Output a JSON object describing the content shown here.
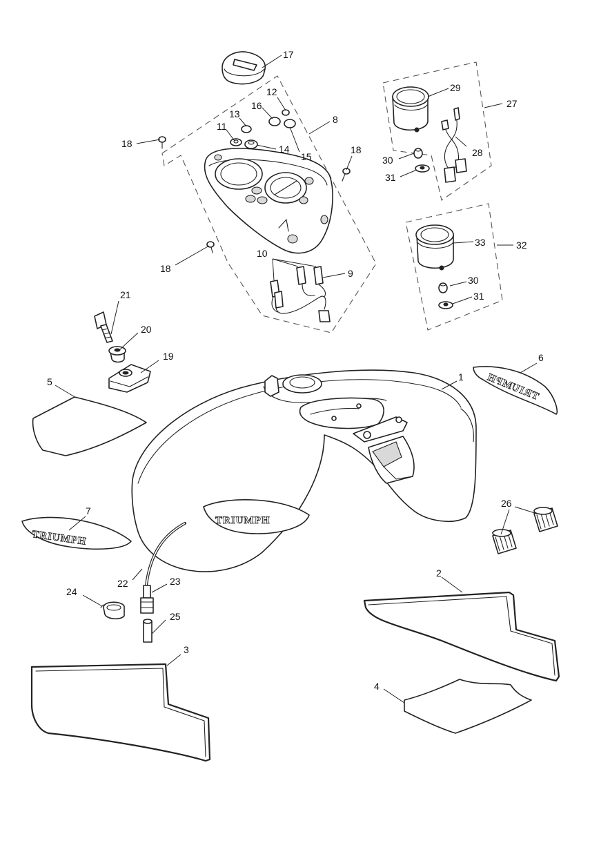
{
  "callouts": {
    "c1": "1",
    "c2": "2",
    "c3": "3",
    "c4": "4",
    "c5": "5",
    "c6": "6",
    "c7": "7",
    "c8": "8",
    "c9": "9",
    "c10": "10",
    "c11": "11",
    "c12": "12",
    "c13": "13",
    "c14": "14",
    "c15": "15",
    "c16": "16",
    "c17": "17",
    "c18a": "18",
    "c18b": "18",
    "c18c": "18",
    "c19": "19",
    "c20": "20",
    "c21": "21",
    "c22": "22",
    "c23": "23",
    "c24": "24",
    "c25": "25",
    "c26": "26",
    "c27": "27",
    "c28": "28",
    "c29": "29",
    "c30a": "30",
    "c30b": "30",
    "c31a": "31",
    "c31b": "31",
    "c32": "32",
    "c33": "33"
  },
  "emblems": {
    "tank_logo": "TRIUMPH",
    "badge_left": "TRIUMPH",
    "badge_right": "TRIUMPH"
  }
}
